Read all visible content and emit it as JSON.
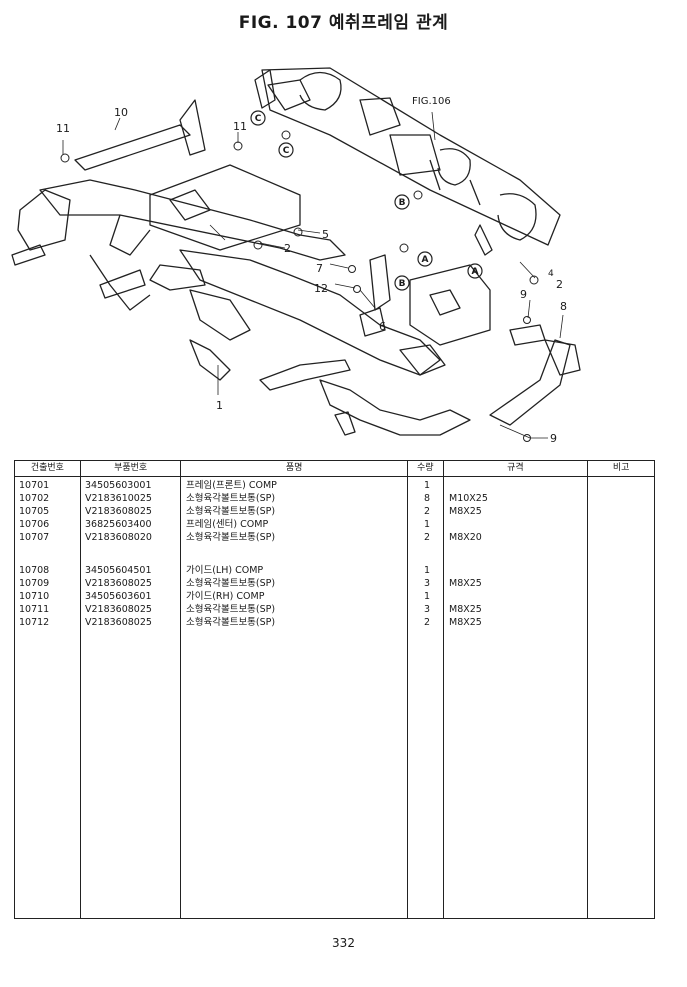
{
  "figure": {
    "title": "FIG. 107 예취프레임 관계"
  },
  "diagram": {
    "ref_label": "FIG.106",
    "callouts": [
      "1",
      "2",
      "2",
      "4",
      "5",
      "6",
      "7",
      "8",
      "9",
      "9",
      "10",
      "11",
      "11",
      "12"
    ],
    "circle_markers": [
      "C",
      "C",
      "B",
      "B",
      "A",
      "A"
    ]
  },
  "table": {
    "headers": [
      "건출번호",
      "부품번호",
      "품명",
      "수량",
      "규격",
      "비고"
    ],
    "rows": [
      {
        "no": "10701",
        "part": "34505603001",
        "name": "프레임(프론트) COMP",
        "qty": "1",
        "spec": ""
      },
      {
        "no": "10702",
        "part": "V2183610025",
        "name": "소형육각볼트보통(SP)",
        "qty": "8",
        "spec": "M10X25"
      },
      {
        "no": "10705",
        "part": "V2183608025",
        "name": "소형육각볼트보통(SP)",
        "qty": "2",
        "spec": "M8X25"
      },
      {
        "no": "10706",
        "part": "36825603400",
        "name": "프레임(센터) COMP",
        "qty": "1",
        "spec": ""
      },
      {
        "no": "10707",
        "part": "V2183608020",
        "name": "소형육각볼트보통(SP)",
        "qty": "2",
        "spec": "M8X20"
      },
      {
        "no": "10708",
        "part": "34505604501",
        "name": "가이드(LH) COMP",
        "qty": "1",
        "spec": ""
      },
      {
        "no": "10709",
        "part": "V2183608025",
        "name": "소형육각볼트보통(SP)",
        "qty": "3",
        "spec": "M8X25"
      },
      {
        "no": "10710",
        "part": "34505603601",
        "name": "가이드(RH) COMP",
        "qty": "1",
        "spec": ""
      },
      {
        "no": "10711",
        "part": "V2183608025",
        "name": "소형육각볼트보통(SP)",
        "qty": "3",
        "spec": "M8X25"
      },
      {
        "no": "10712",
        "part": "V2183608025",
        "name": "소형육각볼트보통(SP)",
        "qty": "2",
        "spec": "M8X25"
      }
    ]
  },
  "page_number": "332"
}
